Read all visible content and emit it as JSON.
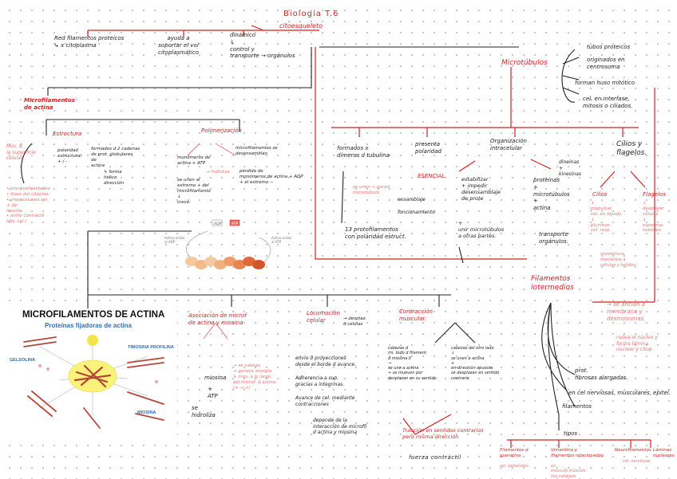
{
  "title": "Biología T.6",
  "subtitle": "citoesqueleto",
  "intro": {
    "red": "Red filamentos proteicos\n↳ x citoplasma",
    "soporte": "ayuda a\nsoportar el vol\ncitoplasmático",
    "dinamico": "dinámico\n↓\ncontrol y\ntransporte → orgánulos"
  },
  "microtubulos": {
    "heading": "Microtúbulos",
    "tubos": "tubos proteicos",
    "originados": "originados en\ncentrosoma",
    "huso": "forman huso mitótico",
    "cel": "cel. en interfase,\nmitosis o ciliados.",
    "formados": "formados x\ndímeros d tubulina",
    "formados_note": "se unen + pared\nmicrotúbulo",
    "protofilamentos": "13 protofilamentos\ncon polaridad estruct.",
    "presenta": "presenta\npolaridad",
    "esencial": "ESENCIAL",
    "ensamblaje": "ensamblaje",
    "funcionamiento": "funcionamiento",
    "organizacion": "Organización\nintracelular",
    "estabilizar": "estabilizar\n+ impedir\ndesensamblaje\nde prote",
    "unir": "+\nunir microtúbulos\na otras partes.",
    "proteinas": "proteínas\n+\nmicrotúbulos\n+\nactina",
    "transporte": "transporte\norgánulos.",
    "dineinas": "dineínas\n+\nkinesinas",
    "cilios_flag": "Cilios y\nflagelos.",
    "cilios": "Cilios",
    "cilios_desc": "↓\npropulsar\ncel. en líquido\n↓\nplurimas\ncel. resp.",
    "flagelos": "Flagelos",
    "flagelos_desc": "↓\ndesplazar\ncélulas\n↓\nesperma-\ntozoides"
  },
  "microfilamentos": {
    "heading": "Microfilamentos\nde actina",
    "left_top": "Mov. d\nla superficie\ncelular.",
    "left_list": "• microvellosidades\n• lilaos del citoplas.\n• proyecciones cel\n+ de\nmovim.\n• anillo contráctil\n(div. cel.)",
    "estructura": "Estructura",
    "polaridad": "polaridad\nestructural\n+ / -",
    "formados": "formados d 2 cadenas\nde prot. globulares\nde\nactina",
    "torsion": "↳ forma\nhélice\ndirección",
    "polimerizacion": "Polimerización",
    "monomeros": "monómeros de\nactina + ATP",
    "hidroliza": "→ hidroliza",
    "se_unen": "se unen al\nextremo + del\nmicrofilamento\n↓\ncrece.",
    "microf_se": "microfilamentos se\ndesensamblan",
    "perdida": "pérdida de\nmonómeros de actina + ADP\n+ el extremo −",
    "fig_left": "Actina unida\nal ADP",
    "fig_right": "Actina unida\nal ATP",
    "fig_adp": "ADP",
    "fig_atp": "ATP"
  },
  "panel": {
    "title": "MICROFILAMENTOS DE ACTINA",
    "subtitle": "Proteínas fijadoras de actina",
    "gelsolina": "GELSOLINA",
    "timosina": "TIMOSINA\nPROFILINA",
    "miosina": "MIOSINA"
  },
  "asociacion": {
    "heading": "Asociación de microf\nde actina y miosina",
    "miosina": "miosina",
    "atp": "+\nATP",
    "se_hidroliza": "se\nhidroliza",
    "note": "→ se cabeza\n→ genera energía\n↳ mov. a lo largo\ndel microf. d actina\n(+ → +)"
  },
  "locomocion": {
    "heading": "Locomoción\ncelular",
    "desplaz": "→ desplaz.\nd células",
    "step1": "envío d proyecciones\ndesde el borde d avance.",
    "step2": "Adherencia a sup.\ngracias a integrinas.",
    "step3": "Avance de cel. mediante\ncontracciones",
    "depende": "depende de la\ninteracción de microfil\nd actina y miosina"
  },
  "contraccion": {
    "heading": "Contracción\nmuscular.",
    "left": "cabezas d\nmi. todo d filament\nd miosina II\n→\nse une a actina\n+ se mueven por\ndesplazan en su sentido",
    "right": "cabezas del otro lado\n↓\nse unen a actina\n+\nen dirección opuesta\nse desplazan en sentido\ncontrario",
    "traccion": "Tracción en sentidos contrarios\npero misma dirección",
    "fuerza": "fuerza contráctil"
  },
  "intermedios": {
    "heading": "Filamentos\nintermedios",
    "resistencia": "resistencia\nmecánica a\ncélulas y tejidos",
    "anclaje": "→ se anclan a\nmembrana y\ndesmosomas.",
    "rodea": "rodea el núcleo y\nforma lámina\nnuclear y citop.",
    "prot": "prot.\nfibrosas alargadas.",
    "cel": "en cel nerviosas, musculares, epitel.",
    "filamentos": "filamentos",
    "tipos": "tipos",
    "tipo1": "Filamentos d\nqueratina",
    "tipo1b": "cel. epiteliales",
    "tipo2": "Vimentina y\nfilamentos relacionados",
    "tipo2b": "en\nmúsculo  músculo\nliso  cardíaco",
    "tipo3": "Neurofilamentos",
    "tipo3b": "cél. nerviosas",
    "tipo4": "Láminas\nnucleares"
  }
}
